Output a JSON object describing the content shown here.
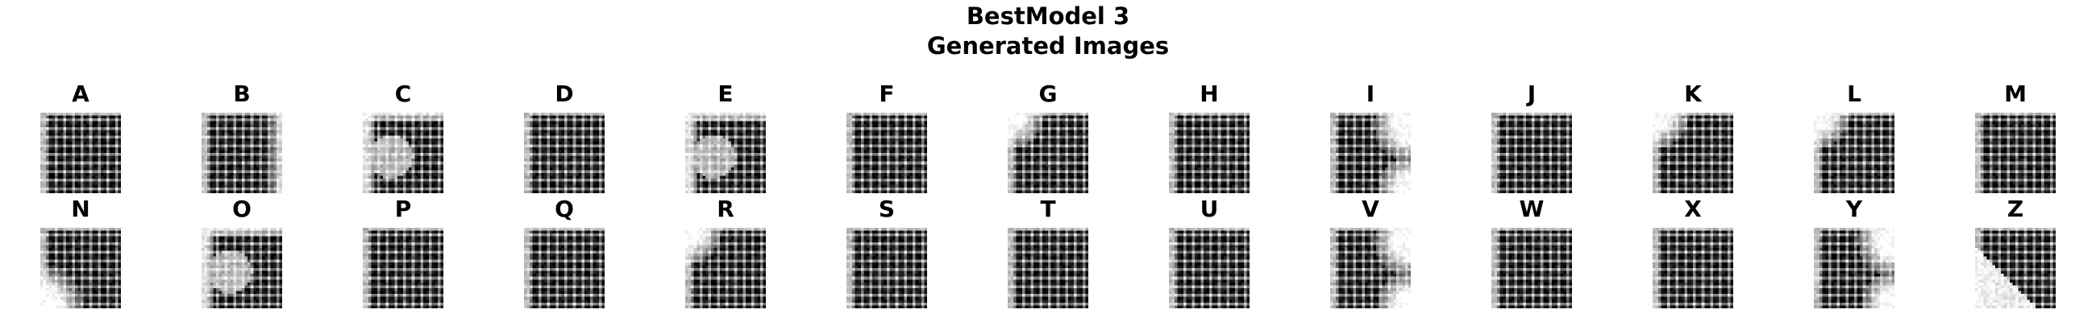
{
  "figure": {
    "title": "BestModel 3",
    "subtitle": "Generated Images"
  },
  "images": [
    {
      "label": "A",
      "variant": "square"
    },
    {
      "label": "B",
      "variant": "square-right-fade"
    },
    {
      "label": "C",
      "variant": "diffuse-left"
    },
    {
      "label": "D",
      "variant": "square"
    },
    {
      "label": "E",
      "variant": "diffuse-left"
    },
    {
      "label": "F",
      "variant": "square"
    },
    {
      "label": "G",
      "variant": "rounded-top-left"
    },
    {
      "label": "H",
      "variant": "square"
    },
    {
      "label": "I",
      "variant": "rounded-right"
    },
    {
      "label": "J",
      "variant": "square"
    },
    {
      "label": "K",
      "variant": "rounded-top-left"
    },
    {
      "label": "L",
      "variant": "rounded-top-left"
    },
    {
      "label": "M",
      "variant": "square"
    },
    {
      "label": "N",
      "variant": "fade-bottom-left"
    },
    {
      "label": "O",
      "variant": "diffuse-left"
    },
    {
      "label": "P",
      "variant": "square"
    },
    {
      "label": "Q",
      "variant": "square"
    },
    {
      "label": "R",
      "variant": "rounded-top-left"
    },
    {
      "label": "S",
      "variant": "square"
    },
    {
      "label": "T",
      "variant": "square"
    },
    {
      "label": "U",
      "variant": "square"
    },
    {
      "label": "V",
      "variant": "rounded-right"
    },
    {
      "label": "W",
      "variant": "square"
    },
    {
      "label": "X",
      "variant": "square"
    },
    {
      "label": "Y",
      "variant": "rounded-right"
    },
    {
      "label": "Z",
      "variant": "diagonal-bottom-right"
    }
  ]
}
